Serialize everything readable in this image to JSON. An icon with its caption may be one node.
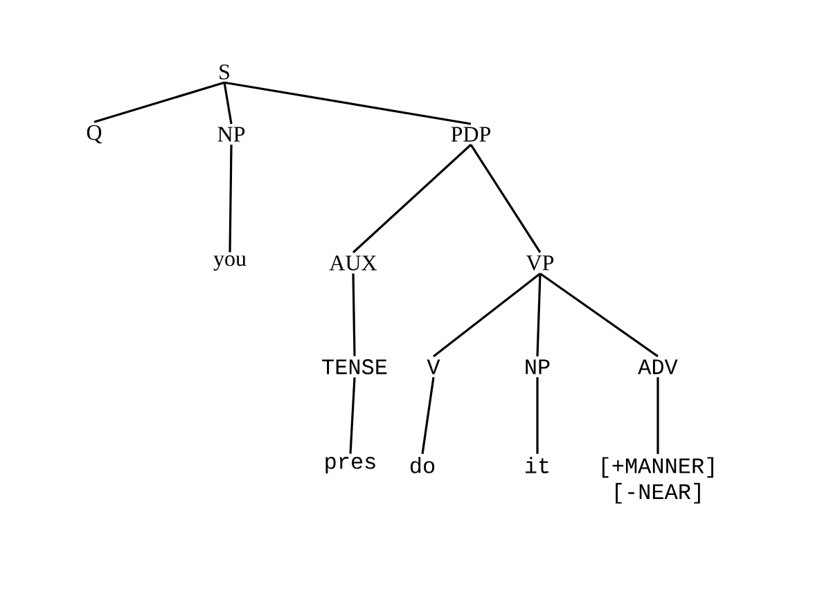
{
  "diagram": {
    "nodes": [
      {
        "text": [
          "S"
        ]
      },
      {
        "text": [
          "Q"
        ]
      },
      {
        "text": [
          "NP"
        ]
      },
      {
        "text": [
          "PDP"
        ]
      },
      {
        "text": [
          "you"
        ]
      },
      {
        "text": [
          "AUX"
        ]
      },
      {
        "text": [
          "VP"
        ]
      },
      {
        "text": [
          "TENSE"
        ]
      },
      {
        "text": [
          "V"
        ]
      },
      {
        "text": [
          "NP"
        ]
      },
      {
        "text": [
          "ADV"
        ]
      },
      {
        "text": [
          "pres"
        ]
      },
      {
        "text": [
          "do"
        ]
      },
      {
        "text": [
          "it"
        ]
      },
      {
        "text": [
          "[+MANNER] [-NEAR]"
        ]
      }
    ],
    "edges": [
      {
        "from": 0,
        "to": 1,
        "arrow": "none"
      },
      {
        "from": 0,
        "to": 2,
        "arrow": "none"
      },
      {
        "from": 0,
        "to": 3,
        "arrow": "none"
      },
      {
        "from": 2,
        "to": 4,
        "arrow": "none"
      },
      {
        "from": 3,
        "to": 5,
        "arrow": "none"
      },
      {
        "from": 3,
        "to": 6,
        "arrow": "none"
      },
      {
        "from": 5,
        "to": 7,
        "arrow": "none"
      },
      {
        "from": 7,
        "to": 11,
        "arrow": "none"
      },
      {
        "from": 6,
        "to": 8,
        "arrow": "none"
      },
      {
        "from": 6,
        "to": 9,
        "arrow": "none"
      },
      {
        "from": 6,
        "to": 10,
        "arrow": "none"
      },
      {
        "from": 8,
        "to": 12,
        "arrow": "none"
      },
      {
        "from": 9,
        "to": 13,
        "arrow": "none"
      },
      {
        "from": 10,
        "to": 14,
        "arrow": "none"
      }
    ]
  }
}
